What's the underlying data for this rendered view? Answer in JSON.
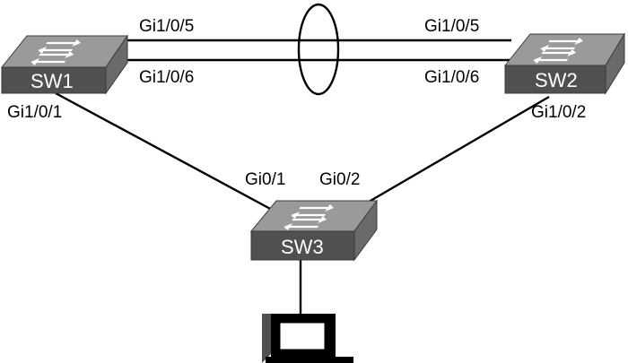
{
  "switches": {
    "sw1": {
      "label": "SW1"
    },
    "sw2": {
      "label": "SW2"
    },
    "sw3": {
      "label": "SW3"
    }
  },
  "ports": {
    "sw1_top_link": "Gi1/0/5",
    "sw1_bottom_link": "Gi1/0/6",
    "sw2_top_link": "Gi1/0/5",
    "sw2_bottom_link": "Gi1/0/6",
    "sw1_to_sw3": "Gi1/0/1",
    "sw2_to_sw3": "Gi1/0/2",
    "sw3_to_sw1": "Gi0/1",
    "sw3_to_sw2": "Gi0/2"
  },
  "icons": {
    "switch": "switch-icon",
    "host": "pc-icon",
    "bundle": "etherchannel-oval-icon"
  },
  "colors": {
    "switch_top": "#9a9a9a",
    "switch_front": "#505050",
    "line": "#000000",
    "label_on_switch": "#ffffff"
  }
}
